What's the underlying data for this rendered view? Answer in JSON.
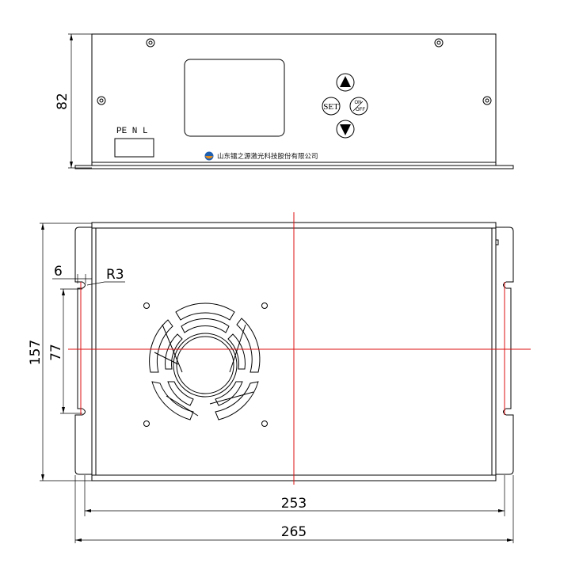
{
  "front_view": {
    "height_dim": "82",
    "terminal_label": "PE N L",
    "company_name": "山东镭之源激光科技股份有限公司",
    "buttons": {
      "set": "SET",
      "on": "ON",
      "off": "OFF",
      "up_icon": "triangle-up-icon",
      "down_icon": "triangle-down-icon"
    }
  },
  "top_view": {
    "slot_offset_dim": "6",
    "radius_dim": "R3",
    "height_dim": "157",
    "slot_spacing_dim": "77",
    "inner_width_dim": "253",
    "outer_width_dim": "265"
  },
  "colors": {
    "line": "#000000",
    "centerline": "#dd1111",
    "logo_blue": "#1f5fb0",
    "logo_orange": "#e08a1e"
  }
}
